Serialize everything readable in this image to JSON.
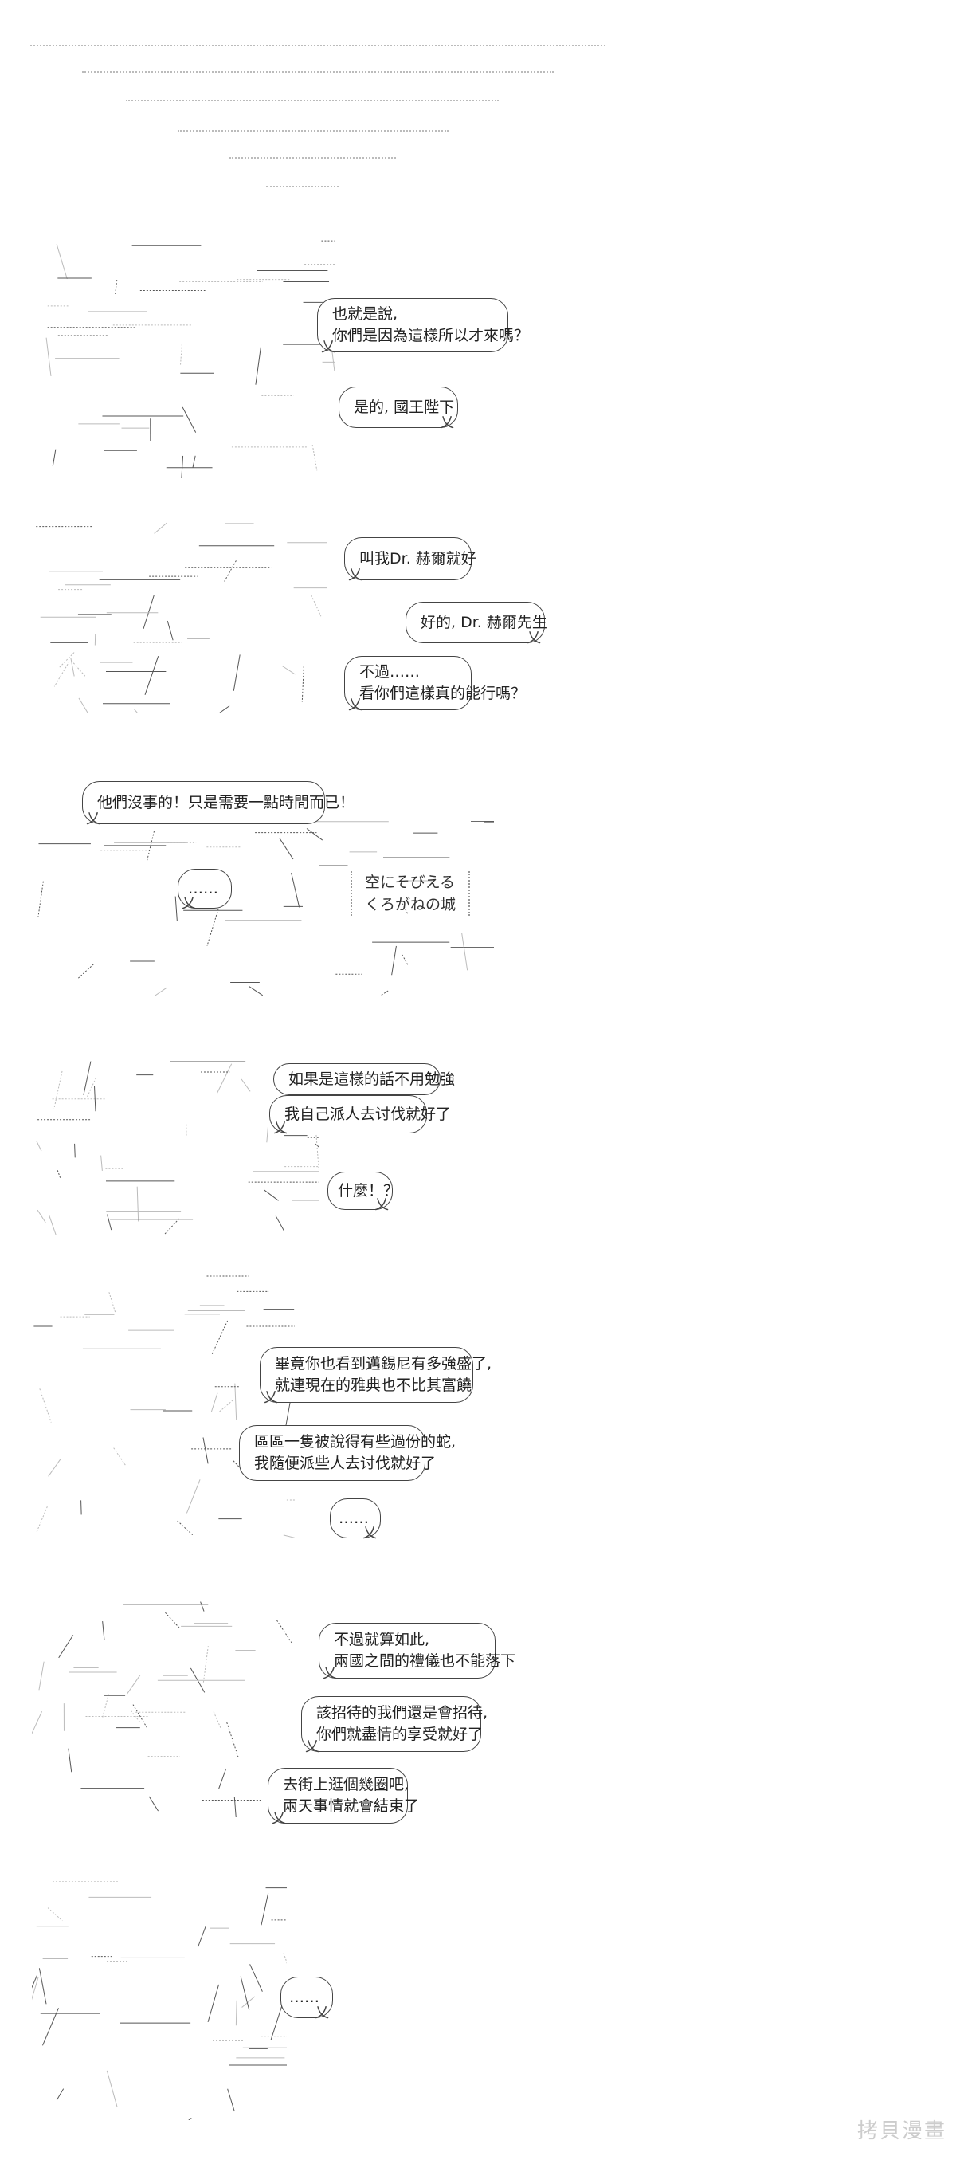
{
  "panels": [
    {
      "bubbles": [
        "也就是說,\n你們是因為這樣所以才來嗎？",
        "是的, 國王陛下"
      ]
    },
    {
      "bubbles": [
        "叫我Dr. 赫爾就好",
        "好的, Dr. 赫爾先生",
        "不過……\n看你們這樣真的能行嗎？"
      ]
    },
    {
      "bubbles": [
        "他們沒事的！只是需要一點時間而已！",
        "……"
      ],
      "caption": "空にそびえる\nくろがねの城"
    },
    {
      "bubbles": [
        "如果是這樣的話不用勉強",
        "我自己派人去讨伐就好了",
        "什麼！？"
      ]
    },
    {
      "bubbles": [
        "畢竟你也看到邁錫尼有多強盛了,\n就連現在的雅典也不比其富饒",
        "區區一隻被說得有些過份的蛇,\n我隨便派些人去讨伐就好了",
        "……"
      ]
    },
    {
      "bubbles": [
        "不過就算如此,\n兩國之間的禮儀也不能落下",
        "該招待的我們還是會招待,\n你們就盡情的享受就好了",
        "去街上逛個幾圈吧,\n兩天事情就會結束了"
      ]
    },
    {
      "bubbles": [
        "……"
      ]
    }
  ],
  "watermark": "拷貝漫畫"
}
